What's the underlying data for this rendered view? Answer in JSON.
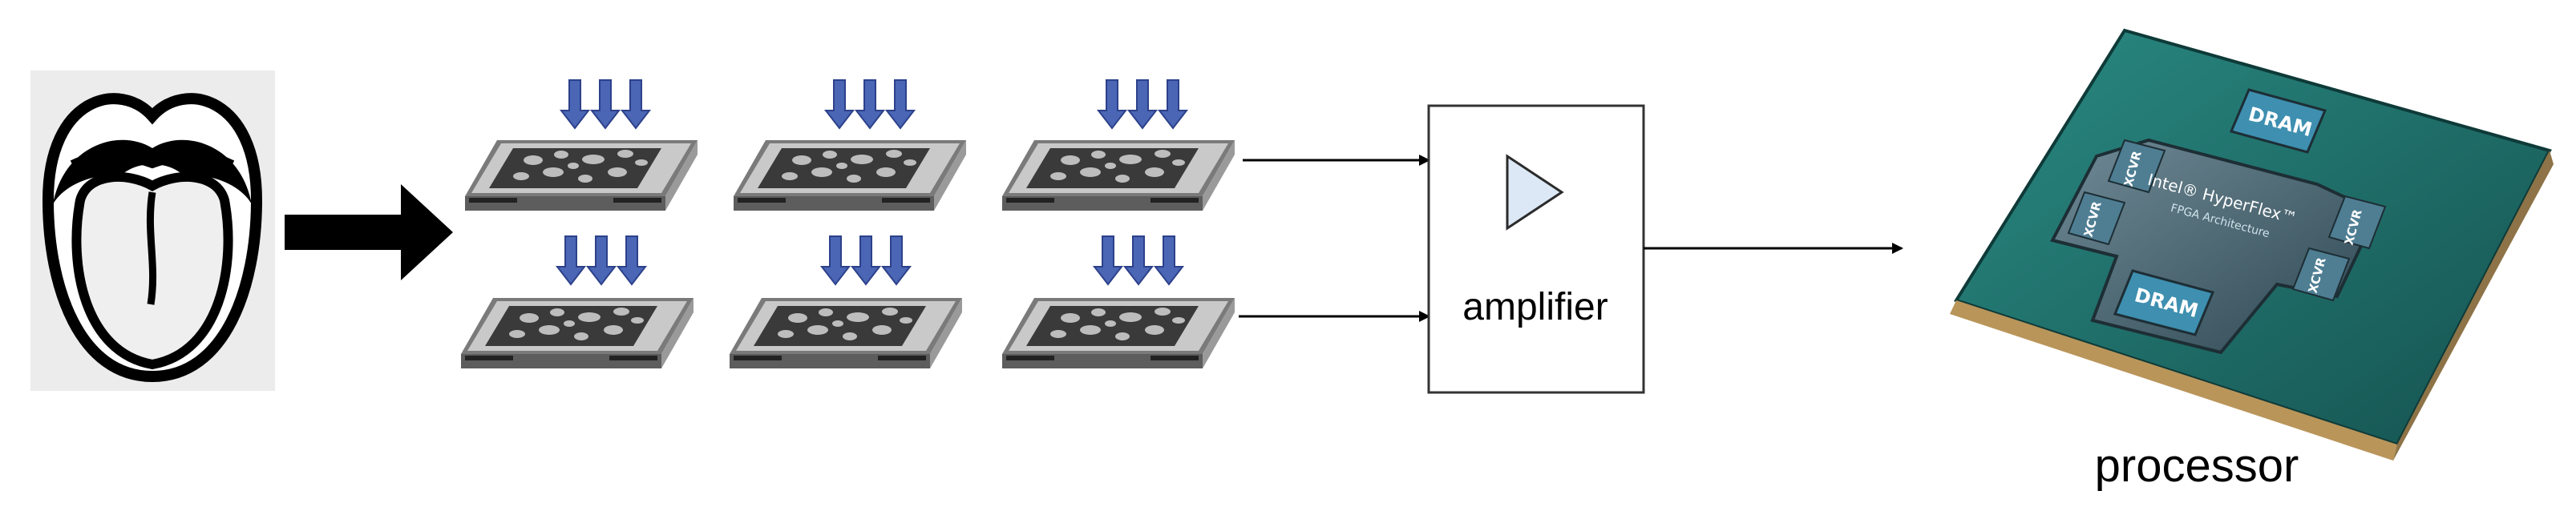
{
  "diagram": {
    "amplifier": {
      "label": "amplifier"
    },
    "processor": {
      "label": "processor",
      "chip_labels": {
        "dram": "DRAM",
        "xcvr": "XCVR",
        "brand": "Intel® HyperFlex™",
        "subtitle": "FPGA Architecture"
      }
    },
    "colors": {
      "pressure_arrow": "#4a66b5",
      "chip_substrate": "#1f6e6a",
      "chip_die": "#3d5a66",
      "dram_block": "#3e8fb0",
      "amplifier_fill": "#dce8f5"
    },
    "icons": [
      "tongue-icon",
      "sensor-chip-icon",
      "pressure-arrow-icon",
      "amplifier-triangle-icon",
      "processor-chip-icon"
    ]
  }
}
